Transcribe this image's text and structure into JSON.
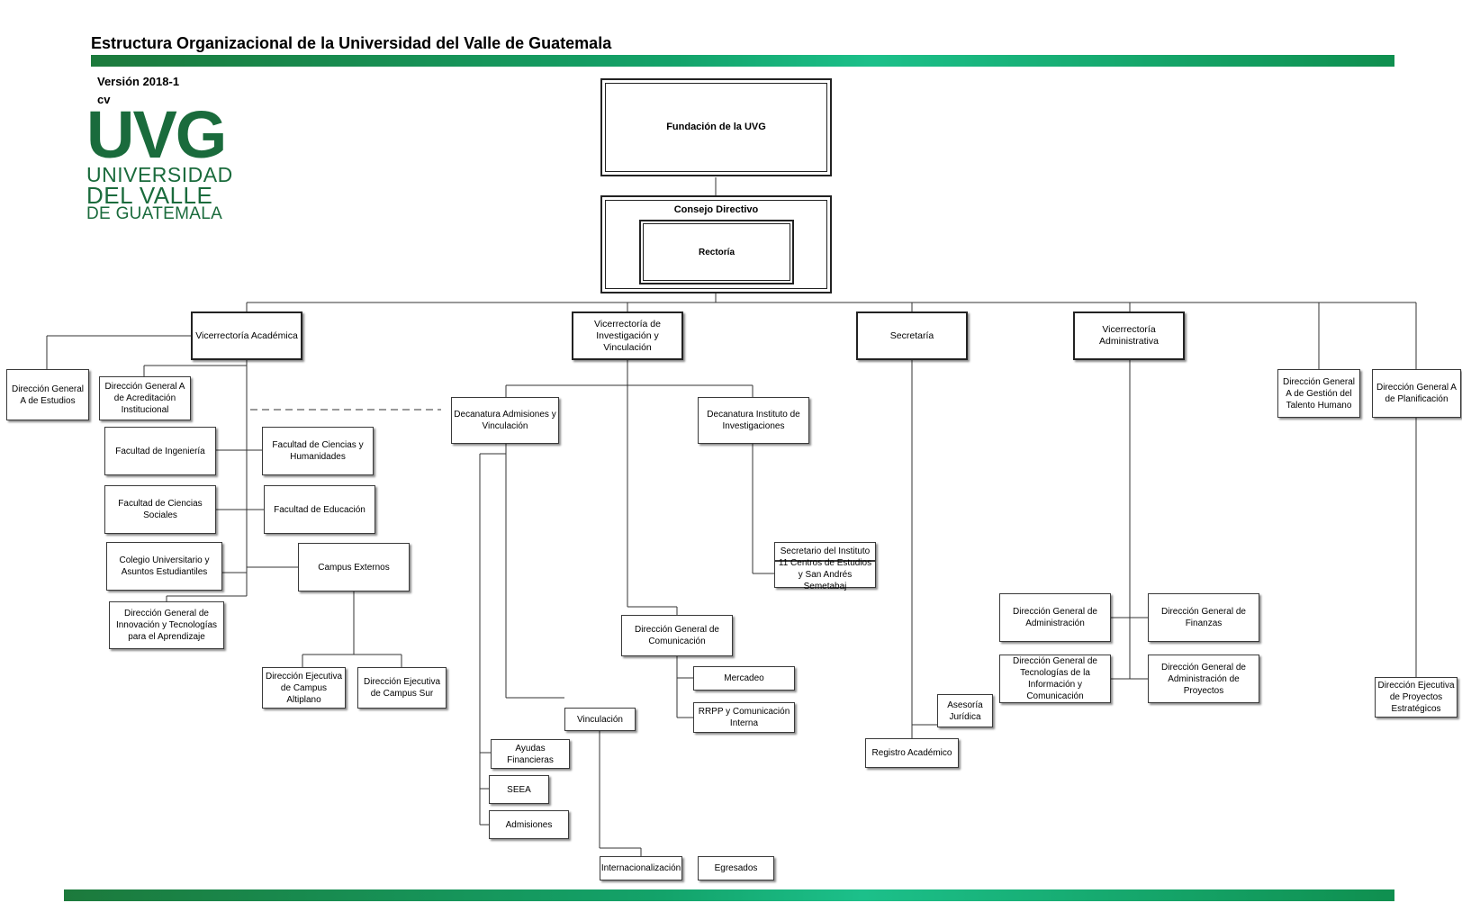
{
  "header": {
    "title": "Estructura Organizacional de la Universidad del Valle de Guatemala",
    "version": "Versión 2018-1",
    "code": "cv"
  },
  "logo": {
    "acronym": "UVG",
    "line1": "UNIVERSIDAD",
    "line2": "DEL VALLE",
    "line3": "DE GUATEMALA",
    "color": "#1a6b3c"
  },
  "colors": {
    "brand_green": "#1a8a4e"
  },
  "nodes": {
    "fundacion": "Fundación de la UVG",
    "consejo": "Consejo Directivo",
    "rectoria": "Rectoría",
    "vice_academica": "Vicerrectoría Académica",
    "vice_investigacion": "Vicerrectoría de Investigación y Vinculación",
    "secretaria": "Secretaría",
    "vice_administrativa": "Vicerrectoría Administrativa",
    "dg_talento": "Dirección General A de Gestión del Talento Humano",
    "dg_planificacion": "Dirección General A de Planificación",
    "dg_estudios": "Dirección General A de Estudios",
    "dg_acreditacion": "Dirección General A de Acreditación Institucional",
    "fac_ingenieria": "Facultad de Ingeniería",
    "fac_ciencias_humanidades": "Facultad de Ciencias y Humanidades",
    "fac_ciencias_sociales": "Facultad de Ciencias Sociales",
    "fac_educacion": "Facultad de Educación",
    "colegio": "Colegio Universitario y Asuntos Estudiantiles",
    "campus_externos": "Campus Externos",
    "dg_innovacion": "Dirección General de Innovación y Tecnologías para el Aprendizaje",
    "de_altiplano": "Dirección Ejecutiva de Campus Altiplano",
    "de_sur": "Dirección Ejecutiva de Campus Sur",
    "decanatura_admisiones": "Decanatura Admisiones y Vinculación",
    "decanatura_instituto": "Decanatura Instituto de Investigaciones",
    "secretario_instituto": "Secretario del Instituto",
    "centros_estudios": "11 Centros de Estudios y San Andrés Semetabaj",
    "dg_comunicacion": "Dirección General de Comunicación",
    "mercadeo": "Mercadeo",
    "rrpp": "RRPP y Comunicación Interna",
    "vinculacion": "Vinculación",
    "ayudas": "Ayudas Financieras",
    "seea": "SEEA",
    "admisiones": "Admisiones",
    "internacionalizacion": "Internacionalización",
    "egresados": "Egresados",
    "asesoria": "Asesoría Jurídica",
    "registro": "Registro Académico",
    "dg_administracion": "Dirección General de Administración",
    "dg_finanzas": "Dirección General de Finanzas",
    "dg_tecnologias": "Dirección General de Tecnologías de la Información y Comunicación",
    "dg_proyectos": "Dirección General de Administración de Proyectos",
    "de_proyectos_estrategicos": "Dirección Ejecutiva de Proyectos Estratégicos"
  }
}
